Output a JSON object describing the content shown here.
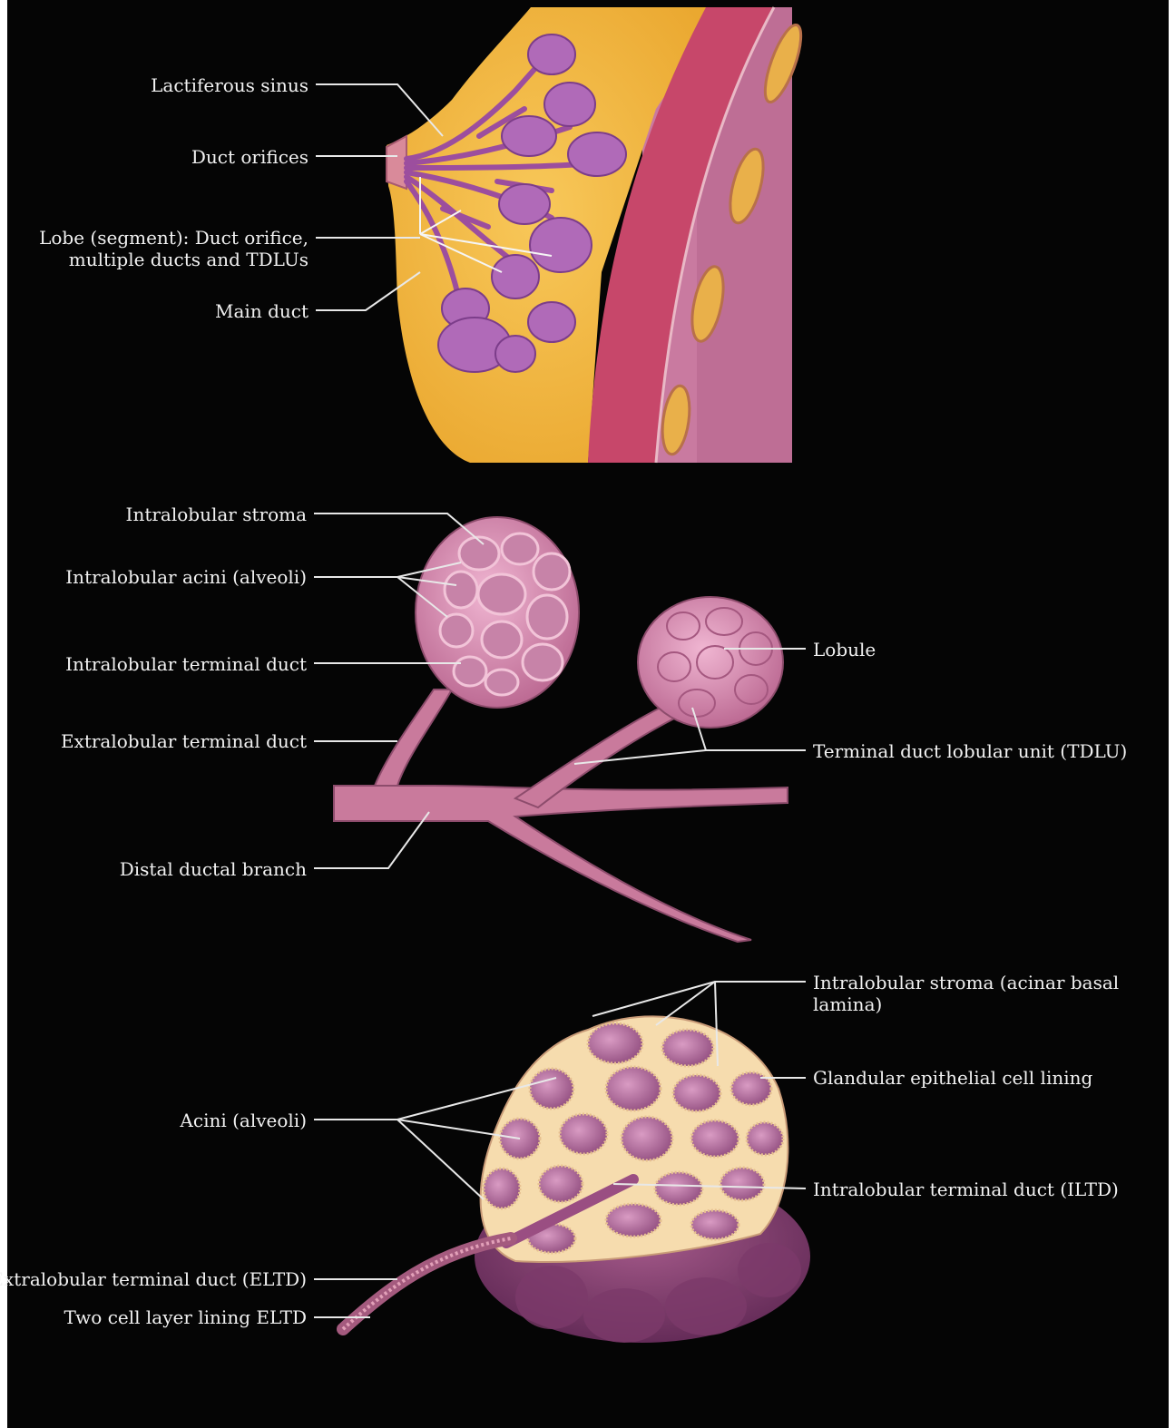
{
  "colors": {
    "background": "#050505",
    "fat": "#f3b63a",
    "gland": "#b06ab8",
    "muscle": "#c9506a",
    "tissue": "#d687a8",
    "cream": "#f6dcae",
    "label": "#f2f2f2"
  },
  "panel1": {
    "labels": {
      "lactiferous_sinus": "Lactiferous sinus",
      "duct_orifices": "Duct orifices",
      "lobe_line1": "Lobe (segment): Duct orifice,",
      "lobe_line2": "multiple ducts and TDLUs",
      "main_duct": "Main duct"
    }
  },
  "panel2": {
    "labels": {
      "intralobular_stroma": "Intralobular stroma",
      "intralobular_acini": "Intralobular acini (alveoli)",
      "intralobular_terminal_duct": "Intralobular terminal duct",
      "extralobular_terminal_duct": "Extralobular terminal duct",
      "distal_ductal_branch": "Distal ductal branch",
      "lobule": "Lobule",
      "tdlu": "Terminal duct lobular unit (TDLU)"
    }
  },
  "panel3": {
    "labels": {
      "stroma_line1": "Intralobular stroma (acinar basal",
      "stroma_line2": "lamina)",
      "glandular_lining": "Glandular epithelial cell lining",
      "acini": "Acini (alveoli)",
      "iltd": "Intralobular terminal duct (ILTD)",
      "eltd": "Extralobular terminal duct (ELTD)",
      "two_cell_layer": "Two cell layer lining ELTD"
    }
  }
}
